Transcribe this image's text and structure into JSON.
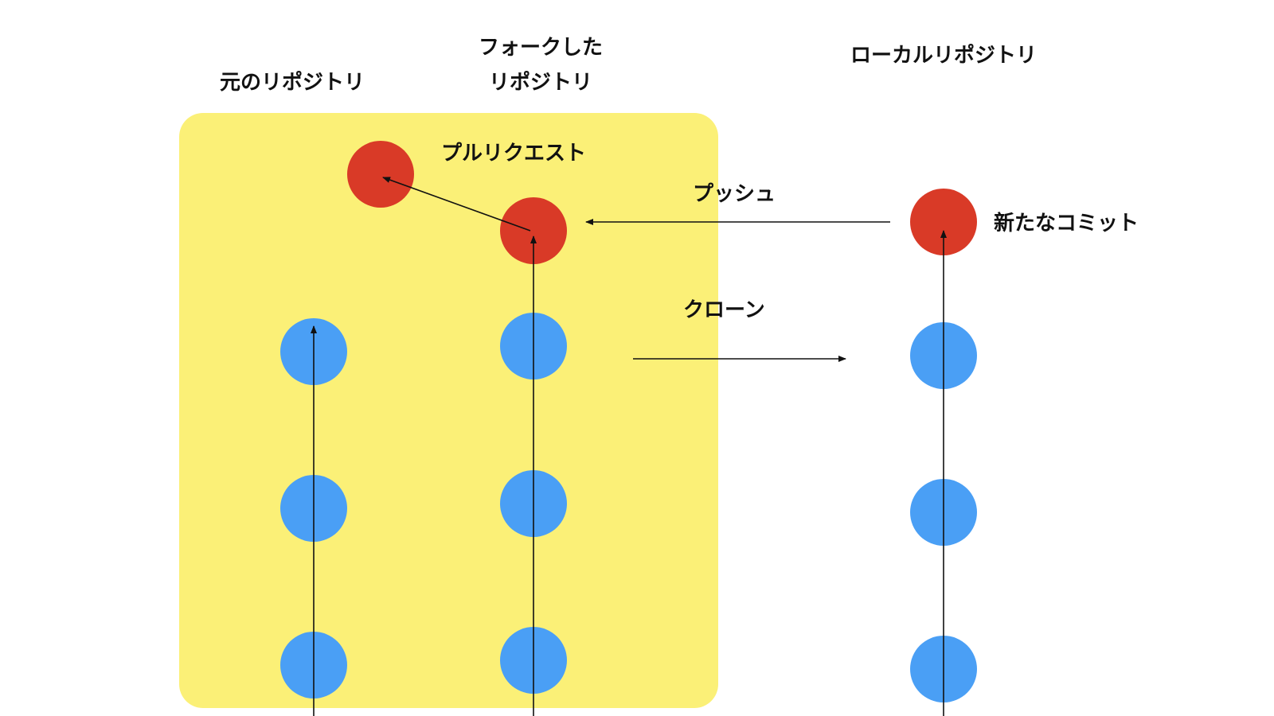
{
  "labels": {
    "original_repo": "元のリポジトリ",
    "forked_repo_line1": "フォークした",
    "forked_repo_line2": "リポジトリ",
    "local_repo": "ローカルリポジトリ",
    "pull_request": "プルリクエスト",
    "push": "プッシュ",
    "clone": "クローン",
    "new_commit": "新たなコミット"
  },
  "colors": {
    "github_area": "#fbf077",
    "existing_commit": "#4a9ff5",
    "new_commit": "#d93a27",
    "line": "#111111"
  },
  "repositories": [
    {
      "name": "original",
      "commits": [
        "existing",
        "existing",
        "existing",
        "new"
      ]
    },
    {
      "name": "forked",
      "commits": [
        "existing",
        "existing",
        "existing",
        "new"
      ]
    },
    {
      "name": "local",
      "commits": [
        "existing",
        "existing",
        "existing",
        "new"
      ]
    }
  ]
}
